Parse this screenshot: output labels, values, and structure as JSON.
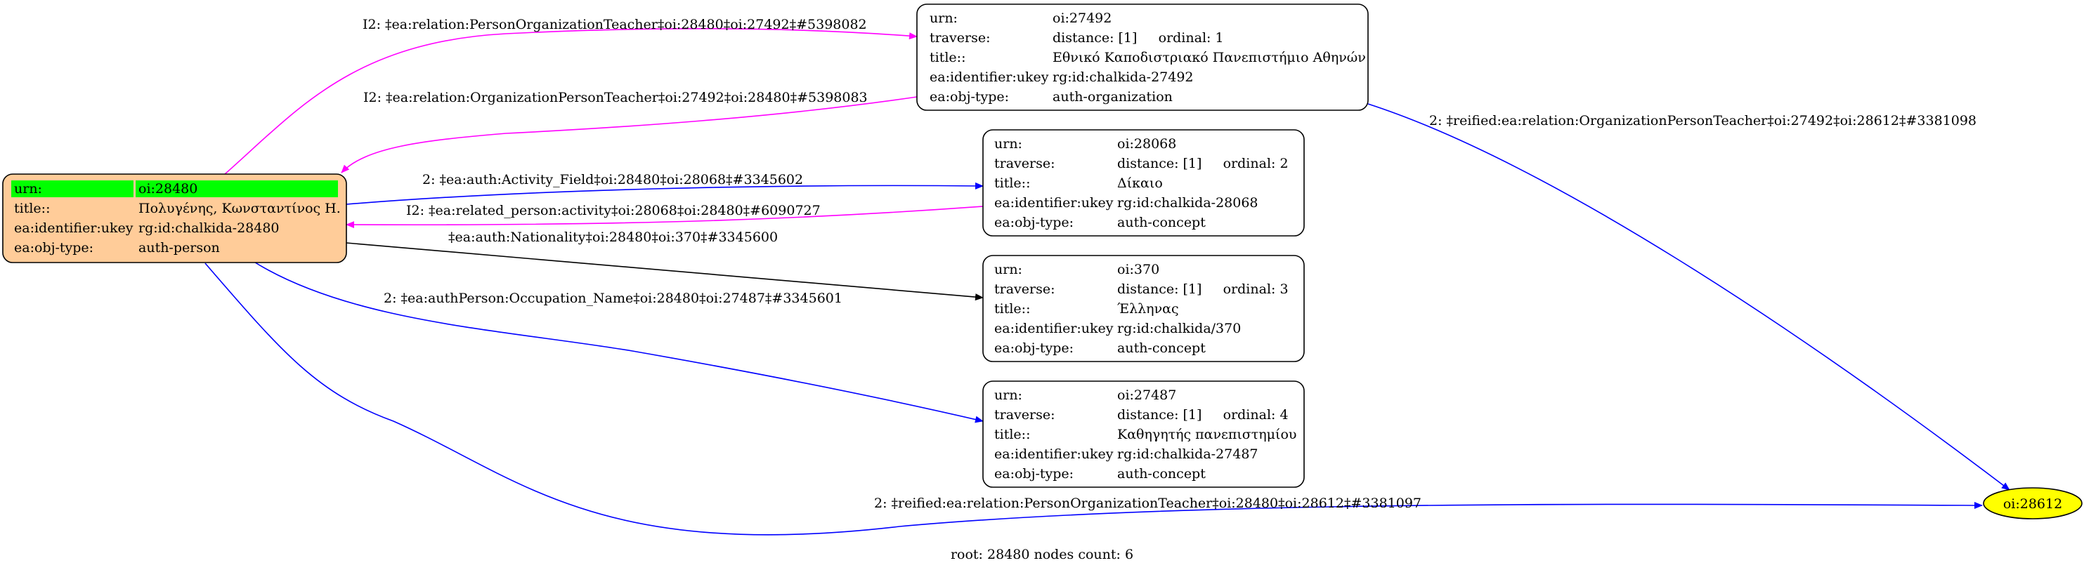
{
  "colors": {
    "root_fill": "#FFCC99",
    "root_highlight": "#00FF00",
    "target_fill": "#FFFF00",
    "magenta": "#FF00FF",
    "blue": "#0000FF",
    "black": "#000000"
  },
  "nodes": {
    "root": {
      "rows": [
        [
          "urn:",
          "oi:28480"
        ],
        [
          "title::",
          "Πολυγένης, Κωνσταντίνος Η."
        ],
        [
          "ea:identifier:ukey",
          "rg:id:chalkida-28480"
        ],
        [
          "ea:obj-type:",
          "auth-person"
        ]
      ]
    },
    "n27492": {
      "rows": [
        [
          "urn:",
          "oi:27492"
        ],
        [
          "traverse:",
          "distance: [1]     ordinal: 1"
        ],
        [
          "title::",
          "Εθνικό Καποδιστριακό Πανεπιστήμιο Αθηνών"
        ],
        [
          "ea:identifier:ukey",
          "rg:id:chalkida-27492"
        ],
        [
          "ea:obj-type:",
          "auth-organization"
        ]
      ]
    },
    "n28068": {
      "rows": [
        [
          "urn:",
          "oi:28068"
        ],
        [
          "traverse:",
          "distance: [1]     ordinal: 2"
        ],
        [
          "title::",
          "Δίκαιο"
        ],
        [
          "ea:identifier:ukey",
          "rg:id:chalkida-28068"
        ],
        [
          "ea:obj-type:",
          "auth-concept"
        ]
      ]
    },
    "n370": {
      "rows": [
        [
          "urn:",
          "oi:370"
        ],
        [
          "traverse:",
          "distance: [1]     ordinal: 3"
        ],
        [
          "title::",
          "Έλληνας"
        ],
        [
          "ea:identifier:ukey",
          "rg:id:chalkida/370"
        ],
        [
          "ea:obj-type:",
          "auth-concept"
        ]
      ]
    },
    "n27487": {
      "rows": [
        [
          "urn:",
          "oi:27487"
        ],
        [
          "traverse:",
          "distance: [1]     ordinal: 4"
        ],
        [
          "title::",
          "Καθηγητής πανεπιστημίου"
        ],
        [
          "ea:identifier:ukey",
          "rg:id:chalkida-27487"
        ],
        [
          "ea:obj-type:",
          "auth-concept"
        ]
      ]
    },
    "n28612": {
      "label": "oi:28612"
    }
  },
  "edges": {
    "e1": "I2: ‡ea:relation:PersonOrganizationTeacher‡oi:28480‡oi:27492‡#5398082",
    "e2": "I2: ‡ea:relation:OrganizationPersonTeacher‡oi:27492‡oi:28480‡#5398083",
    "e3": "2: ‡ea:auth:Activity_Field‡oi:28480‡oi:28068‡#3345602",
    "e4": "I2: ‡ea:related_person:activity‡oi:28068‡oi:28480‡#6090727",
    "e5": "‡ea:auth:Nationality‡oi:28480‡oi:370‡#3345600",
    "e6": "2: ‡ea:authPerson:Occupation_Name‡oi:28480‡oi:27487‡#3345601",
    "e7": "2: ‡reified:ea:relation:OrganizationPersonTeacher‡oi:27492‡oi:28612‡#3381098",
    "e8": "2: ‡reified:ea:relation:PersonOrganizationTeacher‡oi:28480‡oi:28612‡#3381097"
  },
  "footer": "root: 28480 nodes count: 6"
}
